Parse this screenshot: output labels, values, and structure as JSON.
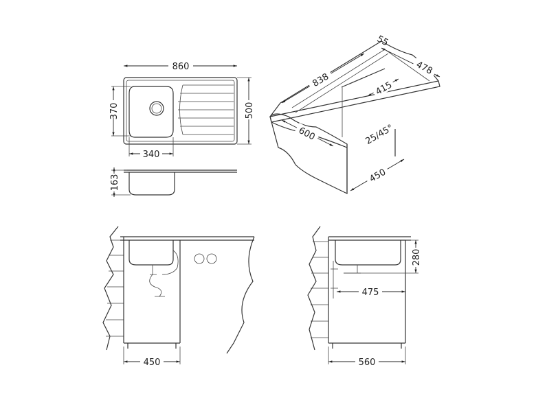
{
  "top_view": {
    "width": "860",
    "depth": "500",
    "bowl_depth": "370",
    "bowl_width": "340"
  },
  "side_view": {
    "height": "163"
  },
  "iso_view": {
    "length": "838",
    "rim": "55",
    "depth": "478",
    "bowl": "415",
    "counter_depth": "600",
    "radius": "25/45°",
    "cabinet": "450"
  },
  "front_install": {
    "cabinet_width": "450"
  },
  "side_install": {
    "height": "280",
    "drain_offset": "475",
    "cabinet_depth": "560"
  }
}
